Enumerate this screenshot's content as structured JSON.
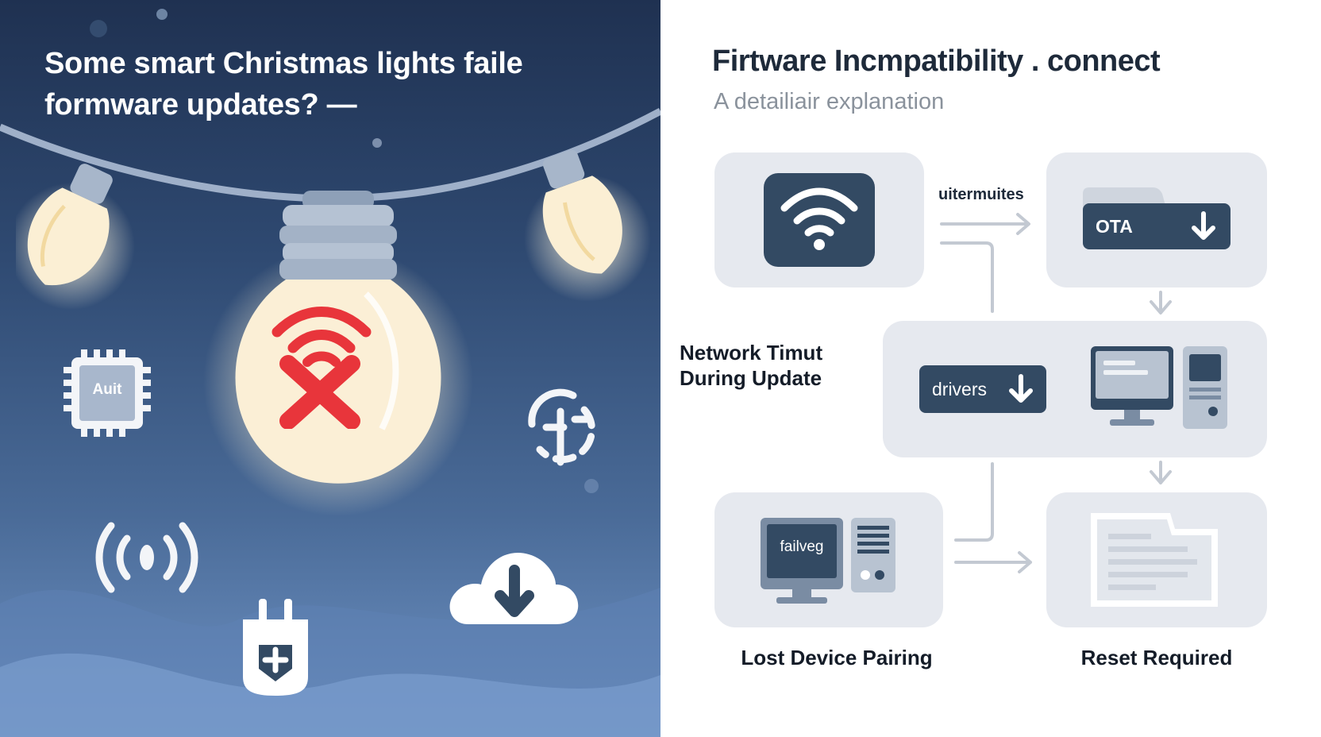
{
  "left": {
    "title_line1": "Some smart Christmas lights faile",
    "title_line2": "formware updates? —",
    "chip_label": "Auit",
    "colors": {
      "bg_top": "#1f3151",
      "bg_bottom": "#6f93c4",
      "error_red": "#e8353b",
      "bulb": "#fbf0d8"
    },
    "icons": [
      "bulb-icon",
      "wifi-off-icon",
      "chip-icon",
      "sync-icon",
      "broadcast-icon",
      "cloud-download-icon",
      "plug-icon"
    ]
  },
  "right": {
    "title": "Firtware Incmpatibility . connect",
    "subtitle": "A detailiair explanation",
    "arrow_label": "uitermuites",
    "ota_label": "OTA",
    "drivers_label": "drivers",
    "network_label_line1": "Network Timut",
    "network_label_line2": "During Update",
    "failed_label": "failveg",
    "lost_label": "Lost Device Pairing",
    "reset_label": "Reset Required",
    "colors": {
      "card": "#e6e9ef",
      "dark": "#334a63",
      "arrow": "#c3c9d2"
    }
  }
}
